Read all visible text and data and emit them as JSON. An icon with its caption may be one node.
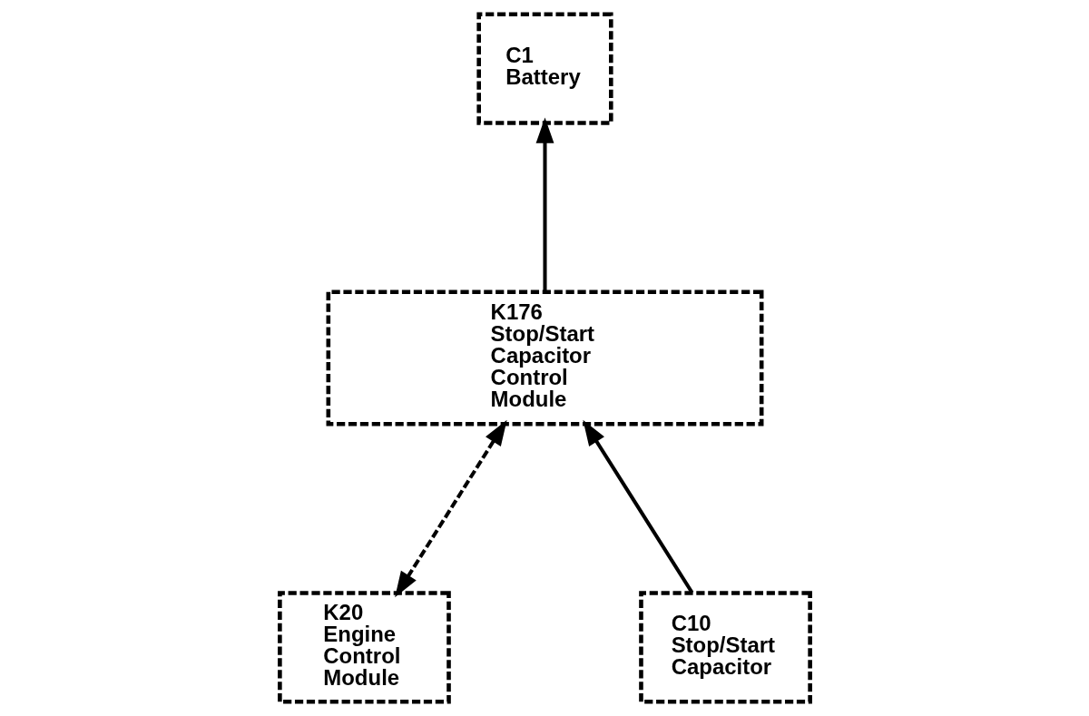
{
  "diagram": {
    "nodes": [
      {
        "text": [
          "C1 Battery"
        ]
      },
      {
        "text": [
          "K176 Stop/Start Capacitor Control Module"
        ]
      },
      {
        "text": [
          "K20 Engine Control Module"
        ]
      },
      {
        "text": [
          "C10 Stop/Start Capacitor"
        ]
      }
    ],
    "edges": [
      {
        "from": 1,
        "to": 0,
        "arrow": "to"
      },
      {
        "from": 2,
        "to": 1,
        "arrow": "both",
        "style": "dashed"
      },
      {
        "from": 3,
        "to": 1,
        "arrow": "to"
      }
    ]
  }
}
